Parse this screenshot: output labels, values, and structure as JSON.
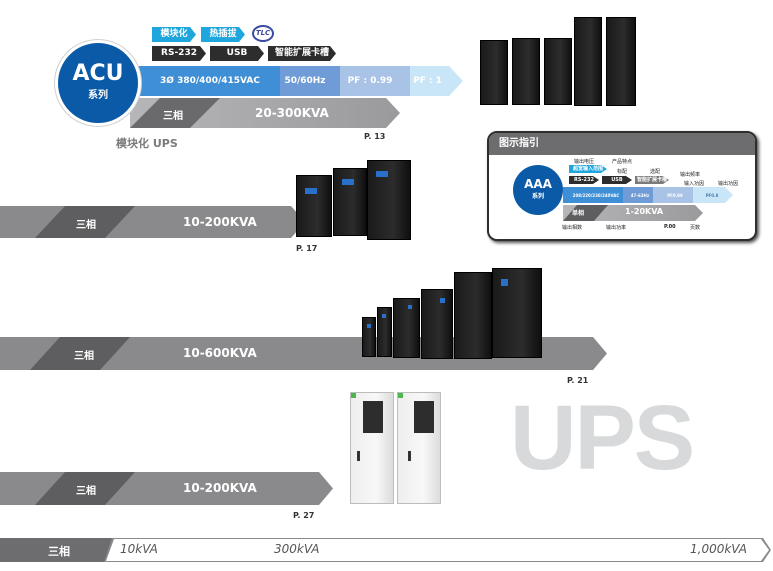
{
  "acu": {
    "circle_title": "ACU",
    "circle_subtitle": "系列",
    "feature_tags": [
      "模块化",
      "热插拔"
    ],
    "tlc_logo": "TLC",
    "interface_tags": [
      "RS-232",
      "USB",
      "智能扩展卡槽"
    ],
    "spec_segments": [
      "3Ø 380/400/415VAC",
      "50/60Hz",
      "PF : 0.99",
      "PF : 1"
    ],
    "phase": "三相",
    "range": "20-300KVA",
    "page": "P. 13",
    "caption": "模块化 UPS"
  },
  "legend": {
    "title": "图示指引",
    "circle_title": "AAA",
    "circle_subtitle": "系列",
    "feature_tag": "超宽输入范围",
    "interface_tags": [
      "RS-232",
      "USB",
      "智能扩展卡槽"
    ],
    "spec_segments": [
      "208/220/230/240VAC",
      "47-63Hz",
      "PF0.99",
      "PF0.8"
    ],
    "phase": "单相",
    "range": "1-20KVA",
    "page": "P.00",
    "callouts": [
      "输出电压",
      "产品特点",
      "标配",
      "选配",
      "输出频率",
      "输入功因",
      "输出功因",
      "输出相数",
      "输出功率",
      "页数"
    ]
  },
  "rows": [
    {
      "phase": "三相",
      "range": "10-200KVA",
      "page": "P. 17"
    },
    {
      "phase": "三相",
      "range": "10-600KVA",
      "page": "P. 21"
    },
    {
      "phase": "三相",
      "range": "10-200KVA",
      "page": "P. 27"
    }
  ],
  "watermark": "UPS",
  "scale": {
    "phase": "三相",
    "ticks": [
      "10kVA",
      "300kVA",
      "1,000kVA"
    ]
  },
  "colors": {
    "brand_blue": "#0a5aa8",
    "tag_blue": "#1fa6dd",
    "bar_gray": "#8a8a8c",
    "bar_dark": "#5e5e60"
  }
}
